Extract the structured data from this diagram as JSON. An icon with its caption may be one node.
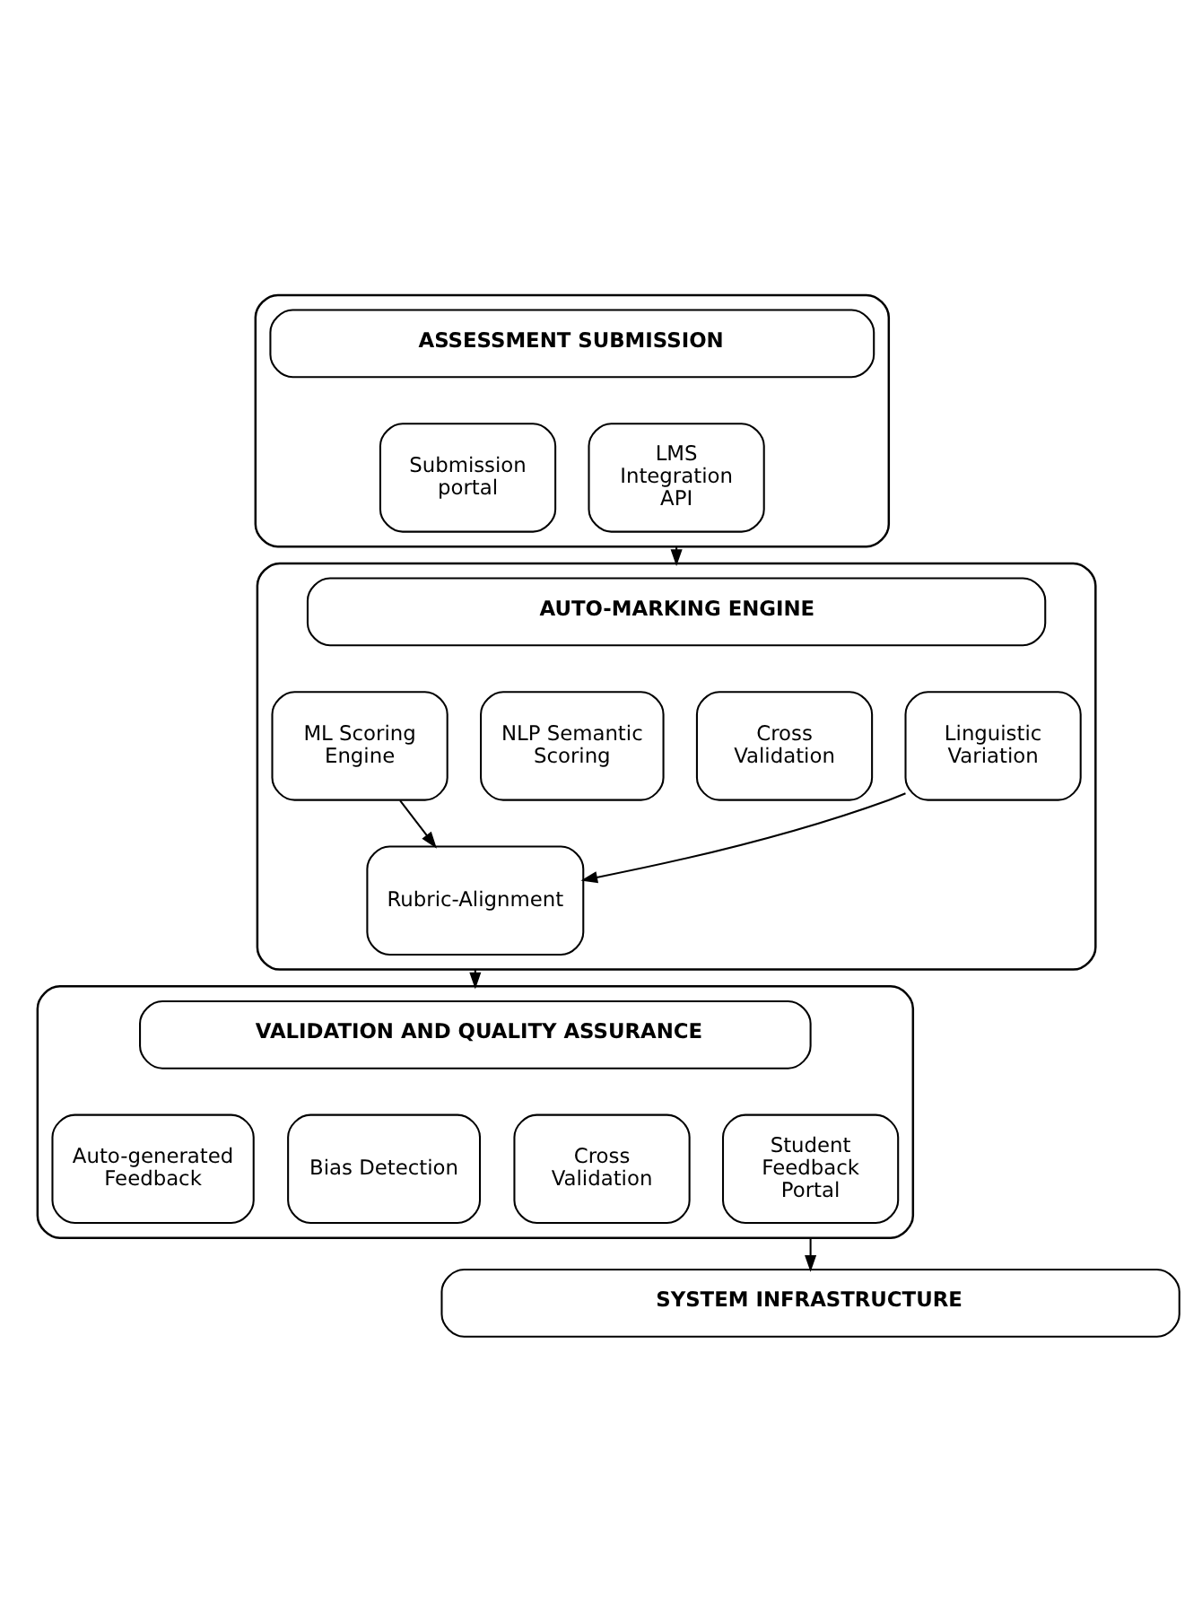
{
  "diagram": {
    "nodes": [
      {
        "text": [],
        "shape": "box"
      },
      {
        "text": [
          "ASSESSMENT SUBMISSION"
        ],
        "in": 0
      },
      {
        "text": [
          "Submission portal"
        ],
        "in": 0
      },
      {
        "text": [
          "LMS Integration API"
        ],
        "in": 0
      },
      {
        "text": [],
        "shape": "box"
      },
      {
        "text": [
          "AUTO-MARKING ENGINE"
        ],
        "in": 4
      },
      {
        "text": [
          "ML Scoring Engine"
        ],
        "in": 4
      },
      {
        "text": [
          "NLP Semantic Scoring"
        ],
        "in": 4
      },
      {
        "text": [
          "Cross Validation"
        ],
        "in": 4
      },
      {
        "text": [
          "Linguistic Variation"
        ],
        "in": 4
      },
      {
        "text": [
          "Rubric-Alignment"
        ],
        "in": 4
      },
      {
        "text": [],
        "shape": "box"
      },
      {
        "text": [
          "VALIDATION AND QUALITY ASSURANCE"
        ],
        "in": 11
      },
      {
        "text": [
          "Auto-generated Feedback"
        ],
        "in": 11
      },
      {
        "text": [
          "Bias Detection"
        ],
        "in": 11
      },
      {
        "text": [
          "Cross Validation"
        ],
        "in": 11
      },
      {
        "text": [
          "Student Feedback Portal"
        ],
        "in": 11
      },
      {
        "text": [
          "SYSTEM INFRASTRUCTURE"
        ]
      }
    ],
    "edges": [
      {
        "from": 0,
        "to": 4,
        "arrow": "to"
      },
      {
        "from": 6,
        "to": 10,
        "arrow": "to"
      },
      {
        "from": 9,
        "to": 10,
        "arrow": "to"
      },
      {
        "from": 4,
        "to": 11,
        "arrow": "to"
      },
      {
        "from": 11,
        "to": 17,
        "arrow": "to"
      }
    ]
  }
}
